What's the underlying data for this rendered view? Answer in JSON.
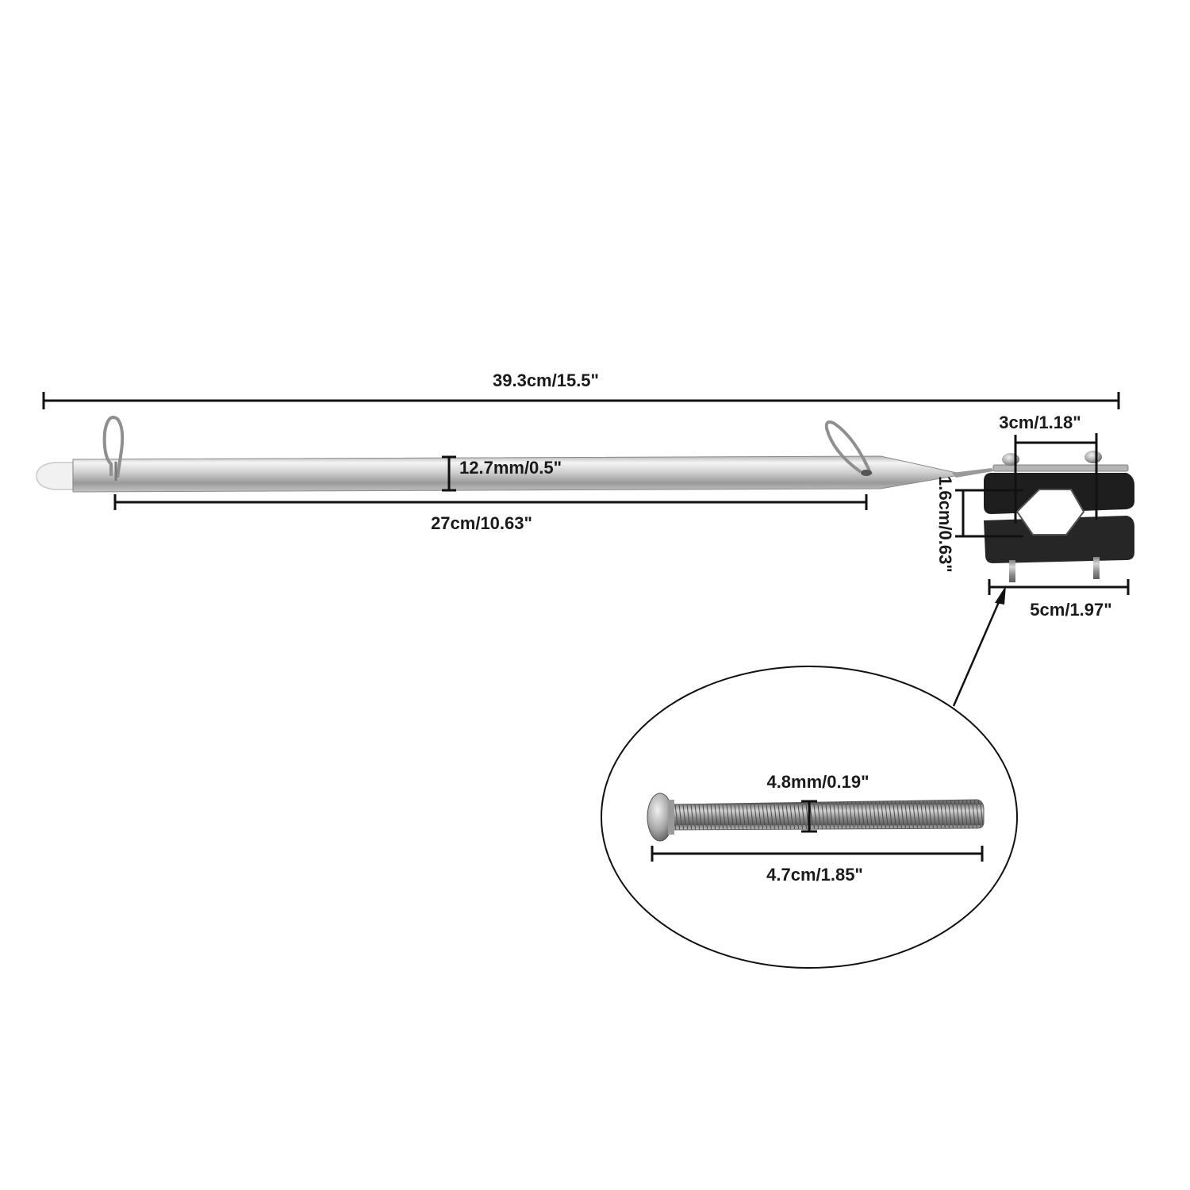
{
  "dimensions": {
    "overall_length": "39.3cm/15.5\"",
    "pole_diameter": "12.7mm/0.5\"",
    "pole_length": "27cm/10.63\"",
    "clamp_gap": "3cm/1.18\"",
    "clamp_opening": "1.6cm/0.63\"",
    "clamp_width": "5cm/1.97\"",
    "screw_diameter": "4.8mm/0.19\"",
    "screw_length": "4.7cm/1.85\""
  },
  "colors": {
    "steel_light": "#e6e6e6",
    "steel_dark": "#8a8a8a",
    "clamp_black": "#1e1e1e",
    "end_cap": "#f1f1f1",
    "dimension_line": "#111111"
  }
}
